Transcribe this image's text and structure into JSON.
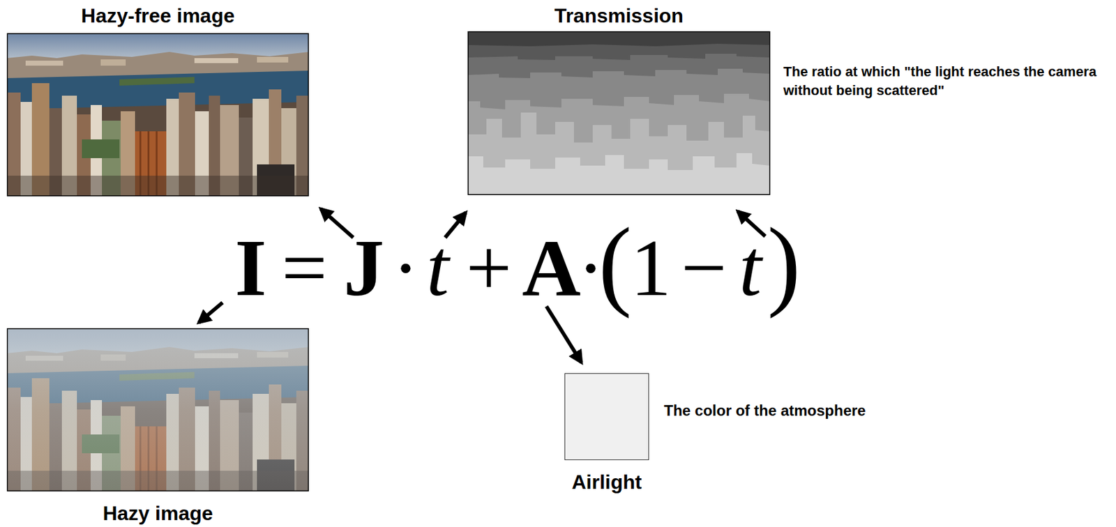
{
  "diagram": {
    "nodes": [
      {
        "text": [
          "Hazy-free image"
        ]
      },
      {
        "text": [
          "Transmission",
          "The ratio at which \"the light reaches the camera without being scattered\""
        ]
      },
      {
        "text": [
          "Hazy image"
        ]
      },
      {
        "text": [
          "Airlight",
          "The color of the atmosphere"
        ]
      }
    ],
    "labels": [
      "I",
      "=",
      "J",
      "·",
      "t",
      "+",
      "A",
      "·",
      "(",
      "1",
      "−",
      "t",
      ")"
    ]
  }
}
